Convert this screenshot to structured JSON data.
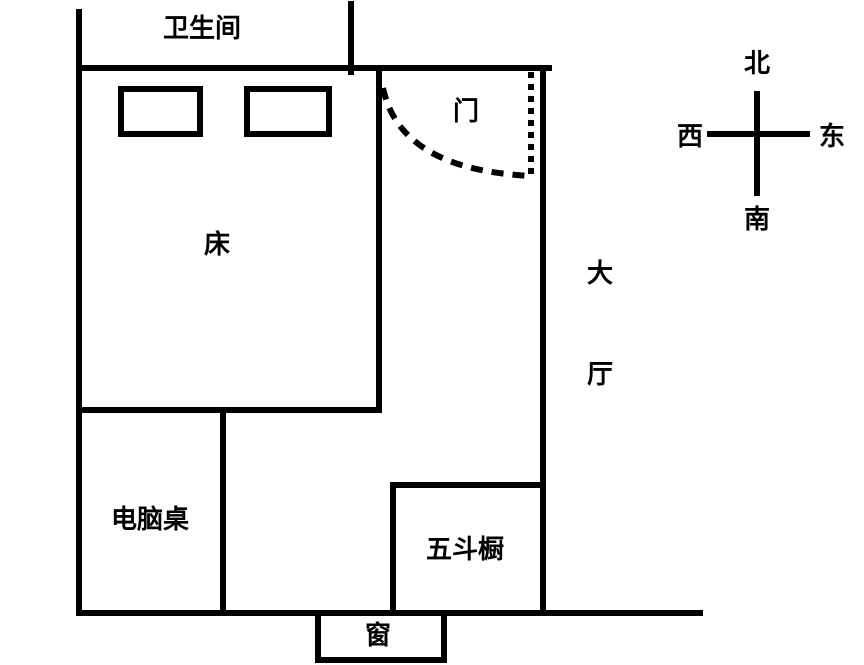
{
  "rooms": {
    "bathroom": "卫生间",
    "bed": "床",
    "door": "门",
    "living_room_1": "大",
    "living_room_2": "厅",
    "desk": "电脑桌",
    "dresser": "五斗橱",
    "window": "窗"
  },
  "compass": {
    "north": "北",
    "south": "南",
    "west": "西",
    "east": "东"
  },
  "colors": {
    "ink": "#000000",
    "paper": "#ffffff"
  }
}
